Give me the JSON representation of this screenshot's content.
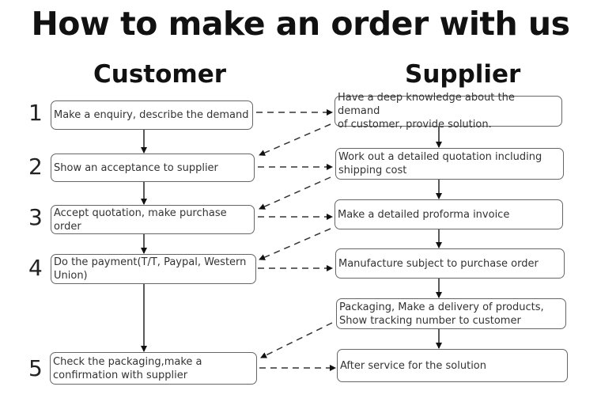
{
  "title": "How to make an order with us",
  "columns": {
    "customer": "Customer",
    "supplier": "Supplier"
  },
  "step_numbers": [
    "1",
    "2",
    "3",
    "4",
    "5"
  ],
  "customer_steps": [
    "Make a enquiry, describe the demand",
    "Show an acceptance to supplier",
    "Accept quotation, make purchase order",
    "Do the payment(T/T, Paypal, Western\nUnion)",
    "Check the packaging,make a\nconfirmation with supplier"
  ],
  "supplier_steps": [
    "Have a deep knowledge about the demand\nof customer, provide solution.",
    "Work out a detailed quotation including\nshipping cost",
    "Make a detailed proforma invoice",
    "Manufacture subject to purchase order",
    "Packaging, Make a delivery of products,\nShow tracking number to customer",
    "After service for the solution"
  ]
}
